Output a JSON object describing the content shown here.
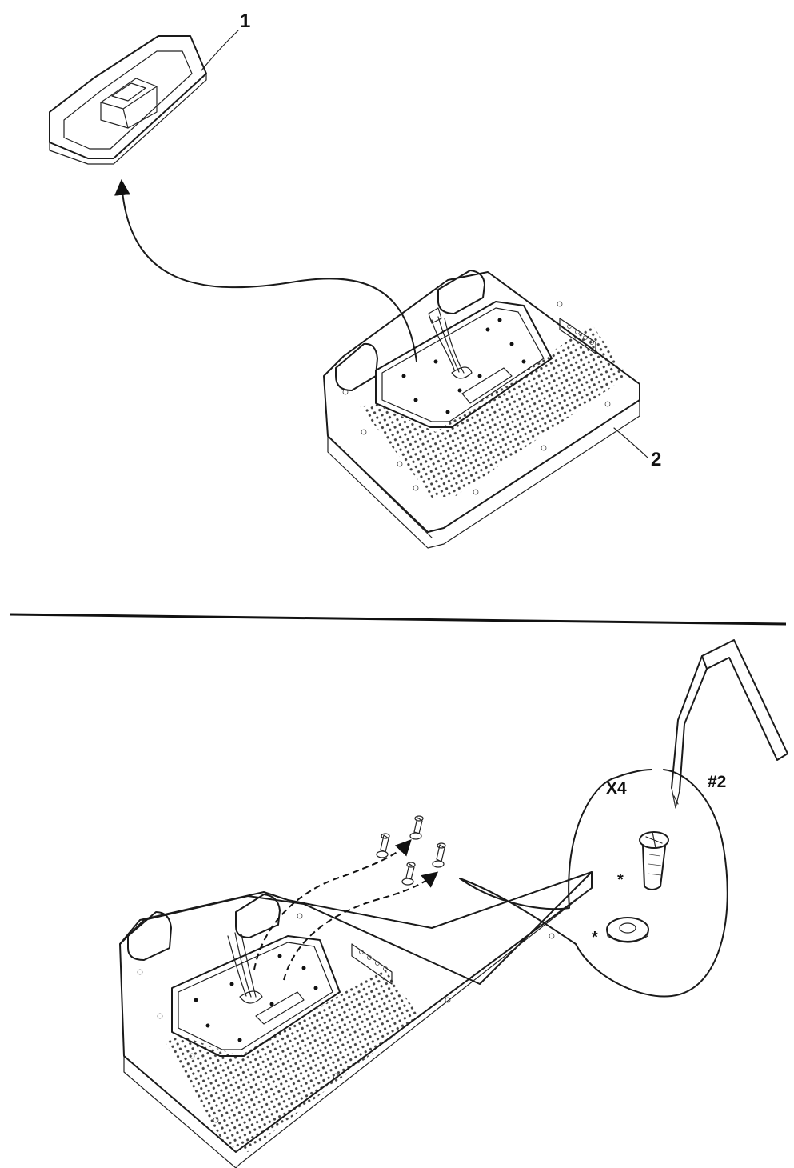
{
  "step1": {
    "callout_cover": "1",
    "callout_device": "2"
  },
  "step2": {
    "quantity": "X4",
    "driver": "#2",
    "note_screw": "*",
    "note_washer": "*"
  },
  "colors": {
    "ink": "#111111",
    "background": "#ffffff"
  },
  "icons": [
    "arrow-icon",
    "screw-icon",
    "washer-icon",
    "screwdriver-icon"
  ]
}
